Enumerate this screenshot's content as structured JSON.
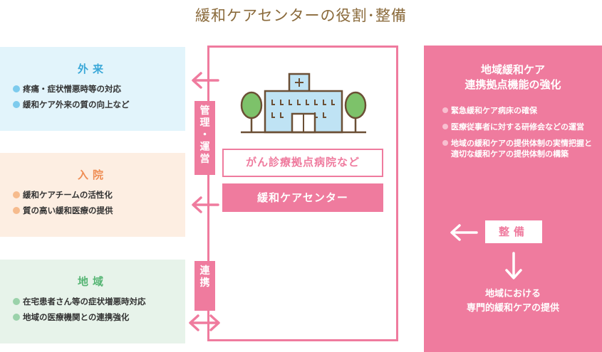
{
  "title": "緩和ケアセンターの役割･整備",
  "panels": {
    "gairai": {
      "heading": "外来",
      "items": [
        "疼痛・症状憎悪時等の対応",
        "緩和ケア外来の質の向上など"
      ]
    },
    "nyuin": {
      "heading": "入院",
      "items": [
        "緩和ケアチームの活性化",
        "質の高い緩和医療の提供"
      ]
    },
    "chiiki": {
      "heading": "地域",
      "items": [
        "在宅患者さん等の症状増悪時対応",
        "地域の医療機関との連携強化"
      ]
    }
  },
  "center": {
    "vbar_kanri": "管理・運営",
    "vbar_renkei": "連携",
    "hospital_label": "がん診療拠点病院など",
    "center_label": "緩和ケアセンター"
  },
  "right": {
    "title_line1": "地域緩和ケア",
    "title_line2": "連携拠点機能の強化",
    "items": [
      "緊急緩和ケア病床の確保",
      "医療従事者に対する研修会などの運営",
      "地域の緩和ケアの提供体制の実情把握と適切な緩和ケアの提供体制の構築"
    ],
    "seibi": "整備",
    "bottom_line1": "地域における",
    "bottom_line2": "専門的緩和ケアの提供"
  },
  "colors": {
    "pink": "#ef7b9e",
    "blue": "#3aa8d8",
    "orange": "#ef8d54",
    "green": "#56b574",
    "title": "#8a6a3b"
  },
  "icons": [
    "hospital-building-icon",
    "tree-icon",
    "arrow-left-icon",
    "arrow-down-icon",
    "arrow-both-icon"
  ]
}
